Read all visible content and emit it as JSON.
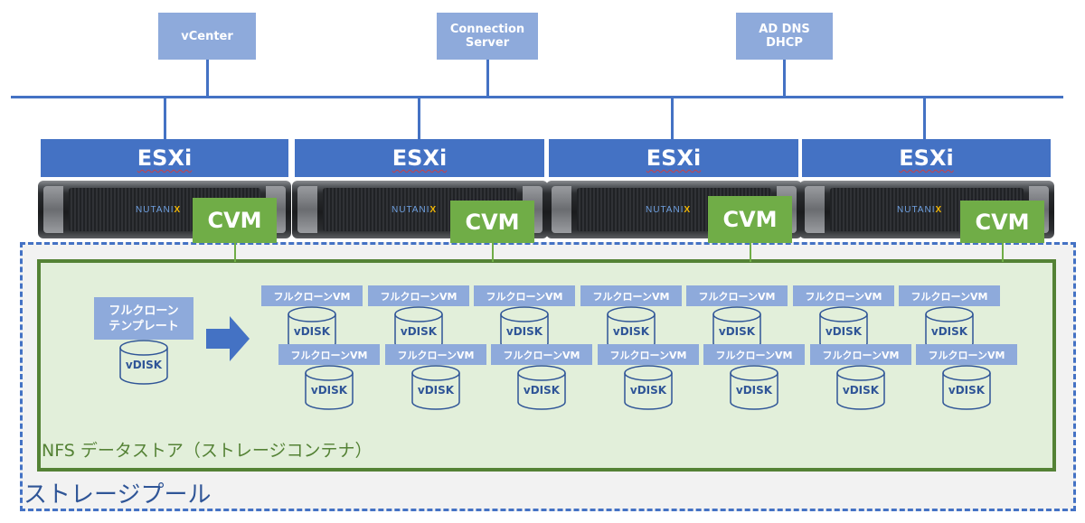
{
  "network": {
    "top_nodes": [
      {
        "label": "vCenter"
      },
      {
        "label": "Connection\nServer"
      },
      {
        "label": "AD DNS\nDHCP"
      }
    ]
  },
  "hosts": [
    {
      "hypervisor": "ESXi",
      "brand": "NUTANIX",
      "controller": "CVM"
    },
    {
      "hypervisor": "ESXi",
      "brand": "NUTANIX",
      "controller": "CVM"
    },
    {
      "hypervisor": "ESXi",
      "brand": "NUTANIX",
      "controller": "CVM"
    },
    {
      "hypervisor": "ESXi",
      "brand": "NUTANIX",
      "controller": "CVM"
    }
  ],
  "storage": {
    "pool_label": "ストレージプール",
    "datastore_label": "NFS データストア（ストレージコンテナ）",
    "template": {
      "label": "フルクローン\nテンプレート",
      "disk": "vDISK"
    },
    "clone_label": "フルクローンVM",
    "disk_label": "vDISK",
    "clone_rows": [
      7,
      7
    ]
  },
  "colors": {
    "network_line": "#4472c4",
    "node_fill": "#8eaadb",
    "esxi_fill": "#4472c4",
    "cvm_fill": "#70ad47",
    "datastore_fill": "#e2efda",
    "datastore_border": "#548235",
    "pool_border": "#4472c4",
    "arrow": "#4472c4"
  }
}
